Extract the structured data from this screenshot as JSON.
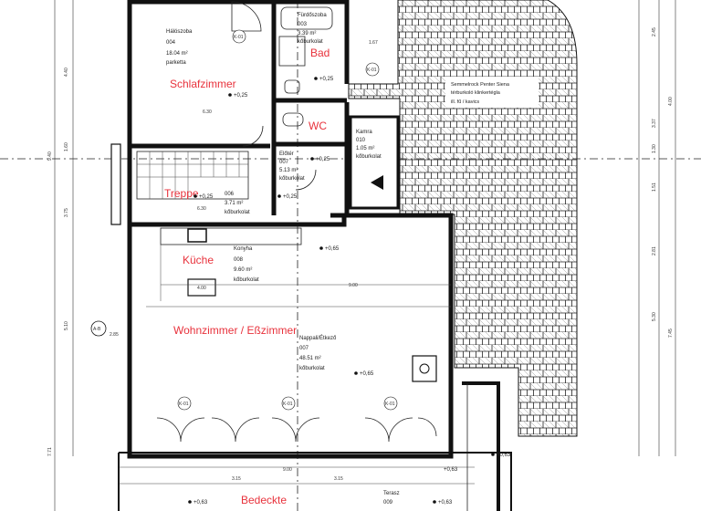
{
  "rooms": [
    {
      "id": "halo",
      "name": "Hálószoba",
      "number": "004",
      "area": "18.04 m²",
      "floor": "parketta",
      "label_de": "Schlafzimmer"
    },
    {
      "id": "furdo",
      "name": "Fürdőszoba",
      "number": "003",
      "area": "3.39 m²",
      "floor": "kőburkolat",
      "label_de": "Bad"
    },
    {
      "id": "wc",
      "name": "",
      "number": "",
      "area": "",
      "floor": "",
      "label_de": "WC"
    },
    {
      "id": "eloter",
      "name": "Előtér",
      "number": "007",
      "area": "5.13 m²",
      "floor": "kőburkolat",
      "label_de": ""
    },
    {
      "id": "lepcso",
      "name": "",
      "number": "006",
      "area": "3.71 m²",
      "floor": "kőburkolat",
      "label_de": "Treppe"
    },
    {
      "id": "kamra",
      "name": "Kamra",
      "number": "010",
      "area": "1.05 m²",
      "floor": "kőburkolat",
      "label_de": ""
    },
    {
      "id": "konyha",
      "name": "Konyha",
      "number": "008",
      "area": "9.60 m²",
      "floor": "kőburkolat",
      "label_de": "Küche"
    },
    {
      "id": "nappali",
      "name": "Nappali/Étkező",
      "number": "007",
      "area": "48.51 m²",
      "floor": "kőburkolat",
      "label_de": "Wohnzimmer / Eßzimmer"
    },
    {
      "id": "terasz",
      "name": "Terasz",
      "number": "009",
      "area": "",
      "floor": "",
      "label_de": "Bedeckte"
    }
  ],
  "paving_note": {
    "line1": "Semmelrock Penter Siena",
    "line2": "térburkoló klinkertégla",
    "line3": "ill. fű / kavics"
  },
  "levels": [
    "+0,25",
    "+0,25",
    "+0,25",
    "+0,25",
    "+0,25",
    "+0,65",
    "+0,65",
    "+0,63",
    "+0,63",
    "+0,63",
    "+0,63"
  ],
  "window_tags": [
    "K-01",
    "K-01",
    "K-01",
    "K-01",
    "K-01"
  ],
  "dimensions": {
    "top": [
      "1.67",
      "6.30",
      "4.00",
      "3.15",
      "3.15",
      "9.00",
      "6.30"
    ],
    "left": [
      "4.40",
      "9.40",
      "1.60",
      "3.75",
      "5.10",
      "7.71"
    ],
    "right": [
      "3.37",
      "4.00",
      "1.30",
      "1.51",
      "2.81",
      "5.30",
      "7.45",
      "2.45"
    ]
  },
  "marks": {
    "a": "A-B",
    "b": "2.85"
  },
  "colors": {
    "wall": "#111111",
    "label": "#e8323c",
    "paving": "#222222"
  }
}
